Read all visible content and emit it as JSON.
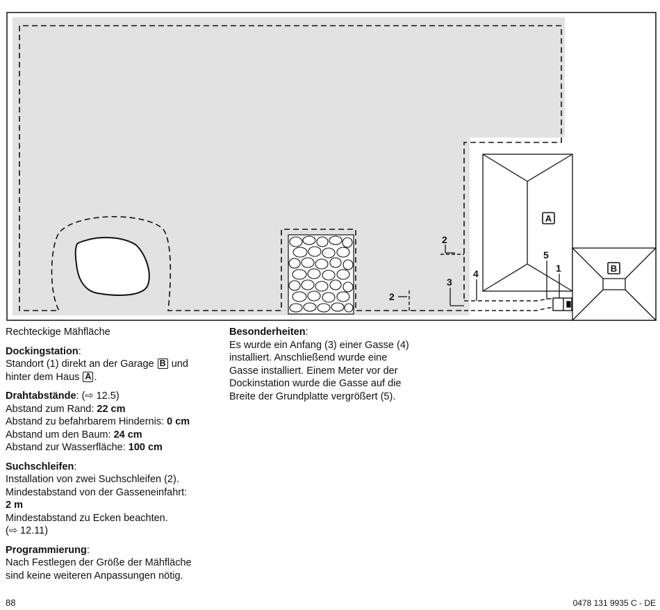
{
  "figure": {
    "labels": {
      "house": "A",
      "garage": "B",
      "callout_1": "1",
      "callout_2a": "2",
      "callout_2b": "2",
      "callout_3": "3",
      "callout_4": "4",
      "callout_5": "5"
    }
  },
  "left_column": {
    "area_type": "Rechteckige Mähfläche",
    "docking": {
      "heading": "Dockingstation",
      "line1_pre": "Standort (1) direkt an der Garage",
      "garage_key": "B",
      "line1_post": "und",
      "line2_pre": "hinter dem Haus",
      "house_key": "A",
      "line2_post": "."
    },
    "wire_distances": {
      "heading": "Drahtabstände",
      "ref": ": (⇨ 12.5)",
      "edge_label": "Abstand zum Rand: ",
      "edge_value": "22 cm",
      "obstacle_label": "Abstand zu befahrbarem Hindernis: ",
      "obstacle_value": "0 cm",
      "tree_label": "Abstand um den Baum: ",
      "tree_value": "24 cm",
      "water_label": "Abstand zur Wasserfläche: ",
      "water_value": "100 cm"
    },
    "search_loops": {
      "heading": "Suchschleifen",
      "line1": "Installation von zwei Suchschleifen (2).",
      "line2": "Mindestabstand von der Gasseneinfahrt:",
      "value": "2 m",
      "line3": "Mindestabstand zu Ecken beachten.",
      "ref": "(⇨ 12.11)"
    },
    "programming": {
      "heading": "Programmierung",
      "line1": "Nach Festlegen der Größe der Mähfläche",
      "line2": "sind keine weiteren Anpassungen nötig."
    }
  },
  "right_column": {
    "heading": "Besonderheiten",
    "lines": [
      "Es wurde ein Anfang (3) einer Gasse (4)",
      "installiert. Anschließend wurde eine",
      "Gasse installiert. Einem Meter vor der",
      "Dockinstation wurde die Gasse auf die",
      "Breite der Grundplatte vergrößert (5)."
    ]
  },
  "footer": {
    "page_number": "88",
    "doc_code": "0478 131 9935 C - DE"
  }
}
